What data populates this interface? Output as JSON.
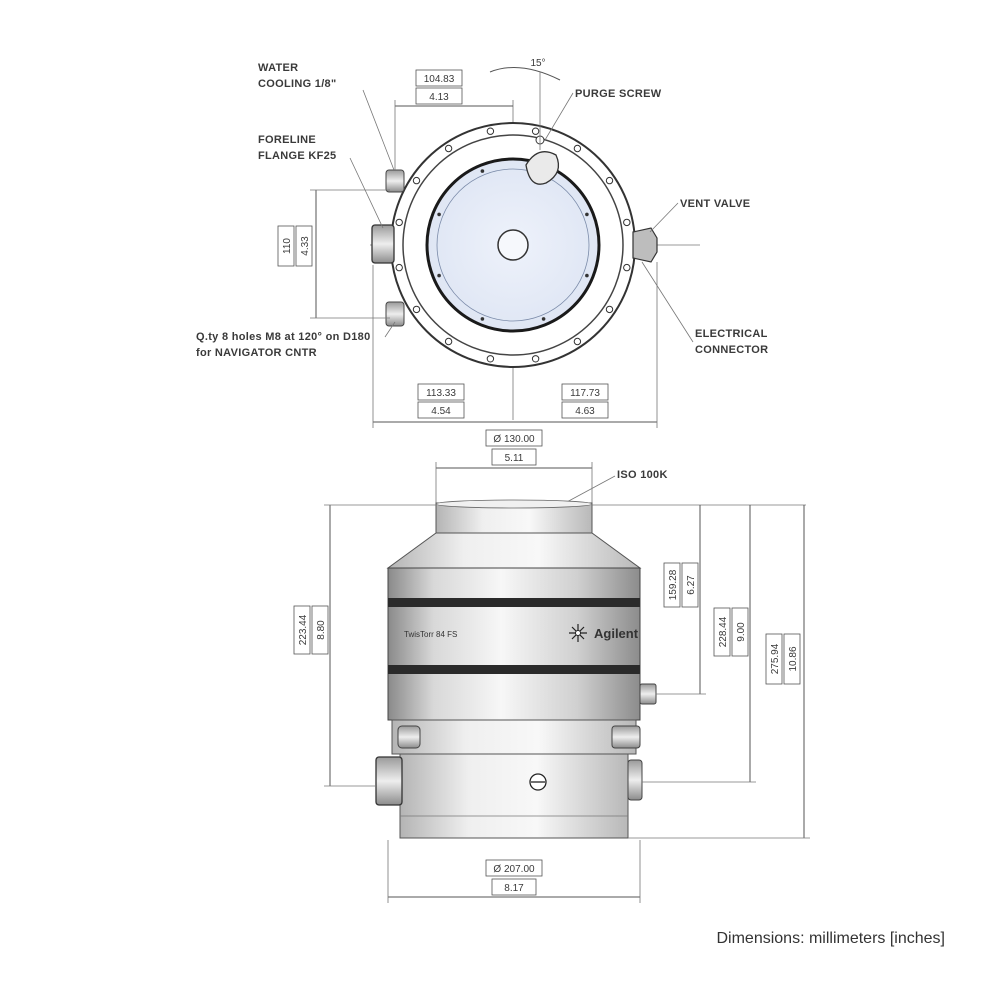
{
  "labels": {
    "water_cooling": [
      "WATER",
      "COOLING 1/8\""
    ],
    "purge_screw": "PURGE SCREW",
    "foreline_flange": [
      "FORELINE",
      "FLANGE KF25"
    ],
    "vent_valve": "VENT VALVE",
    "screw_note": [
      "Q.ty 8 holes M8 at 120° on D180",
      "for NAVIGATOR CNTR"
    ],
    "electrical_connector": [
      "ELECTRICAL",
      "CONNECTOR"
    ],
    "inlet_flange": "ISO 100K",
    "brand": "Agilent",
    "model": "TwisTorr 84 FS"
  },
  "dimensions": {
    "angle": "15°",
    "water_offset": [
      "104.83",
      "4.13"
    ],
    "left_height": [
      "110",
      "4.33"
    ],
    "bottom_left": [
      "113.33",
      "4.54"
    ],
    "bottom_right": [
      "117.73",
      "4.63"
    ],
    "inlet_dia": [
      "Ø 130.00",
      "5.11"
    ],
    "body_dia": [
      "Ø 207.00",
      "8.17"
    ],
    "left_body_h": [
      "223.44",
      "8.80"
    ],
    "connector_h": [
      "159.28",
      "6.27"
    ],
    "vent_h": [
      "228.44",
      "9.00"
    ],
    "total_h": [
      "275.94",
      "10.86"
    ]
  },
  "footer": {
    "units_note": "Dimensions: millimeters [inches]"
  },
  "colors": {
    "face": "#e9eef8",
    "body_light": "#f3f3f3",
    "body_mid": "#c8c8c8",
    "body_dark": "#8a8a8a",
    "band": "#2a2a2a",
    "line": "#555555"
  }
}
